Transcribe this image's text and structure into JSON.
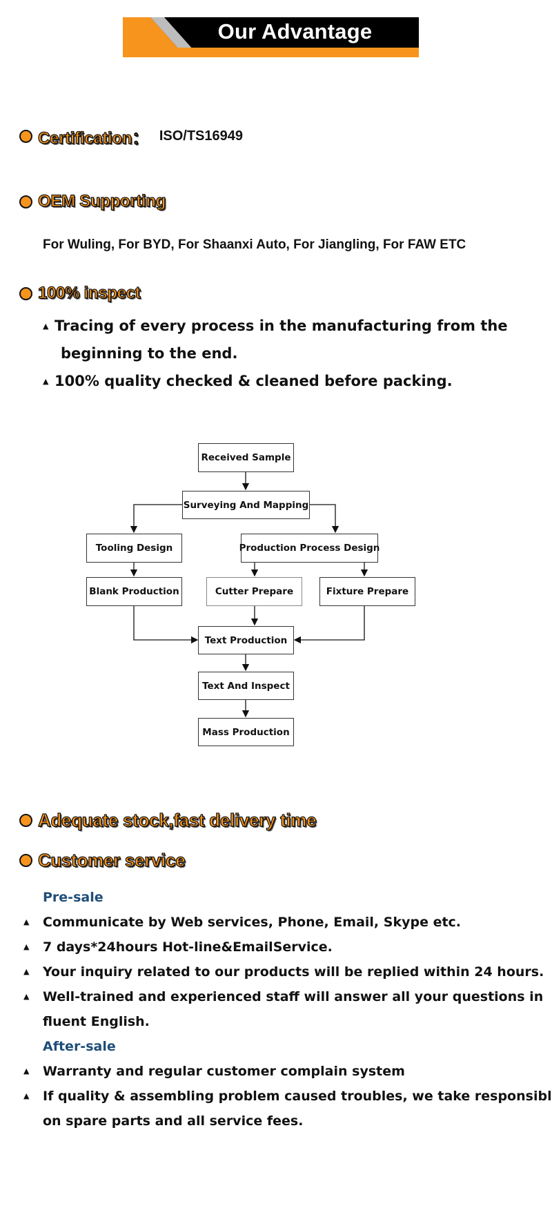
{
  "banner": {
    "title": "Our Advantage"
  },
  "certification": {
    "heading": "Certification：",
    "value": "ISO/TS16949"
  },
  "oem": {
    "heading": "OEM Supporting",
    "text": "For Wuling, For BYD, For Shaanxi Auto, For Jiangling, For FAW ETC"
  },
  "inspect": {
    "heading": "100% inspect",
    "bullet1_line1": "Tracing of every process in the manufacturing from the",
    "bullet1_line2": "beginning to the end.",
    "bullet2": "100% quality checked & cleaned before packing."
  },
  "flowchart": {
    "received_sample": "Received Sample",
    "surveying": "Surveying And Mapping",
    "tooling_design": "Tooling Design",
    "production_process_design": "Production Process Design",
    "blank_production": "Blank Production",
    "cutter_prepare": "Cutter Prepare",
    "fixture_prepare": "Fixture Prepare",
    "text_production": "Text Production",
    "text_and_inspect": "Text And Inspect",
    "mass_production": "Mass Production"
  },
  "stock": {
    "heading": "Adequate stock,fast delivery time"
  },
  "customer_service": {
    "heading": "Customer service",
    "pre_sale": "Pre-sale",
    "pre_items": [
      "Communicate by Web services, Phone, Email, Skype etc.",
      "7 days*24hours Hot-line&EmailService.",
      "Your inquiry related to our products will be replied within 24 hours.",
      "Well-trained and experienced staff will answer all your questions in"
    ],
    "pre_item4_cont": "fluent English.",
    "after_sale": "After-sale",
    "after_items": [
      "Warranty and regular customer complain system",
      "If quality & assembling problem caused troubles, we take responsible"
    ],
    "after_item2_cont": "on spare parts and all service fees."
  },
  "glyphs": {
    "triangle": "▲"
  },
  "colors": {
    "accent": "#f7941d",
    "subheading": "#1f4e79"
  }
}
